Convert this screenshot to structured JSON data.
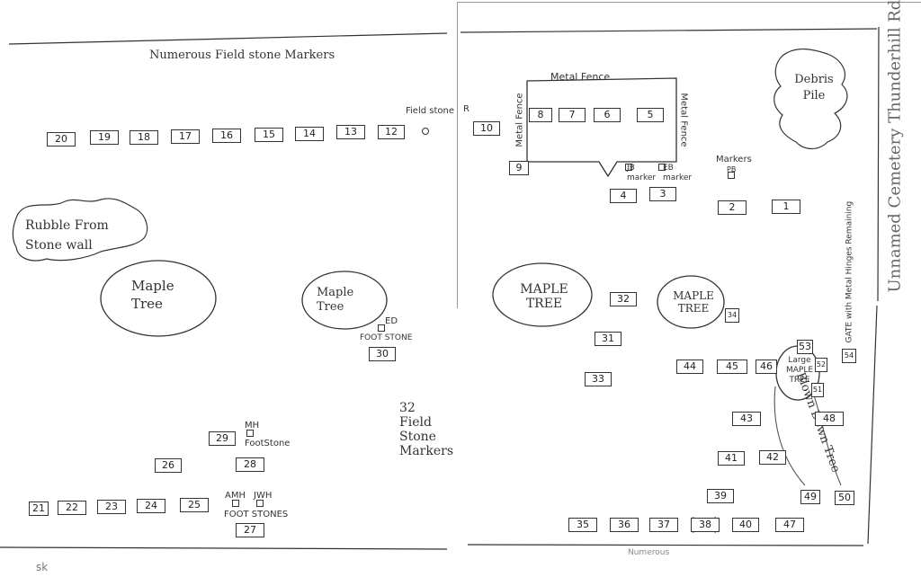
{
  "header_top": "Numerous Field stone Markers",
  "fieldstone_label": "Field stone",
  "clipped_r": "R",
  "rubble_label": "Rubble From Stone wall",
  "maple1": "Maple Tree",
  "maple2": "Maple Tree",
  "maple3": "MAPLE TREE",
  "maple4": "MAPLE TREE",
  "large_maple": "Large MAPLE TREE",
  "ed_label": "ED",
  "footstone1": "FOOT STONE",
  "field_markers": "32 Field Stone Markers",
  "mh_label": "MH",
  "footstone2": "FootStone",
  "amh_label": "AMH",
  "jwh_label": "JWH",
  "footstones3": "FOOT STONES",
  "metal_fence_top": "Metal Fence",
  "metal_fence_left": "Metal Fence",
  "metal_fence_right": "Metal Fence",
  "debris": "Debris Pile",
  "side_title": "Unnamed Cemetery Thunderhill Rd",
  "gate_label": "GATE with Metal Hinges Remaining",
  "markers_label": "Markers",
  "pb_label": "PB",
  "jb_marker": "JB marker",
  "eb_marker": "EB marker",
  "blown_down": "Blown Down Tree",
  "bottom_scribble": "Numerous",
  "corner_mark": "sk",
  "plots": [
    "20",
    "19",
    "18",
    "17",
    "16",
    "15",
    "14",
    "13",
    "12",
    "10",
    "8",
    "7",
    "6",
    "5",
    "9",
    "4",
    "3",
    "2",
    "1",
    "32",
    "31",
    "33",
    "34",
    "30",
    "44",
    "45",
    "46",
    "43",
    "48",
    "41",
    "42",
    "39",
    "49",
    "50",
    "35",
    "36",
    "37",
    "38",
    "40",
    "47",
    "29",
    "28",
    "26",
    "27",
    "21",
    "22",
    "23",
    "24",
    "25",
    "52",
    "53",
    "51",
    "54"
  ]
}
